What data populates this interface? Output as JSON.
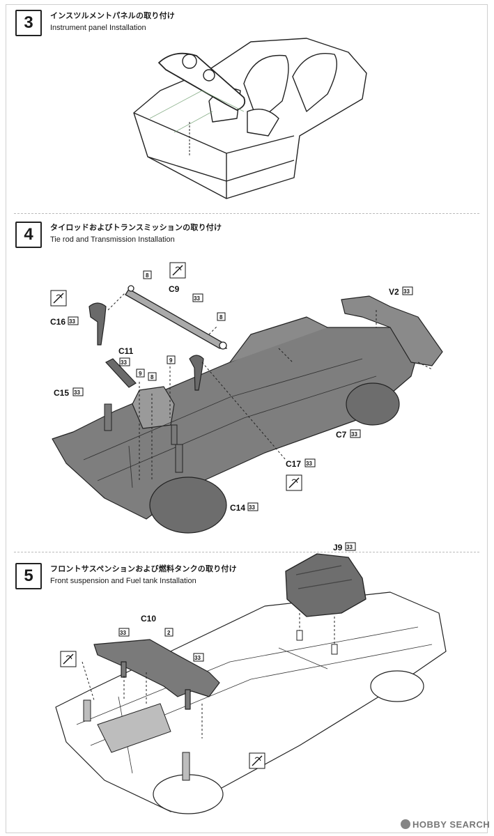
{
  "steps": [
    {
      "number": "3",
      "title_jp": "インスツルメントパネルの取り付け",
      "title_en": "Instrument panel Installation"
    },
    {
      "number": "4",
      "title_jp": "タイロッドおよびトランスミッションの取り付け",
      "title_en": "Tie rod and Transmission Installation"
    },
    {
      "number": "5",
      "title_jp": "フロントサスペンションおよび燃料タンクの取り付け",
      "title_en": "Front suspension and Fuel tank Installation"
    }
  ],
  "step4_parts": {
    "c9": "C9",
    "c16": "C16",
    "c11": "C11",
    "c15": "C15",
    "v2": "V2",
    "c7": "C7",
    "c17": "C17",
    "c14": "C14",
    "n8": "8",
    "n9": "9",
    "n33": "33"
  },
  "step5_parts": {
    "j9": "J9",
    "c10": "C10",
    "n2": "2",
    "n33": "33"
  },
  "watermark": "HOBBY SEARCH"
}
